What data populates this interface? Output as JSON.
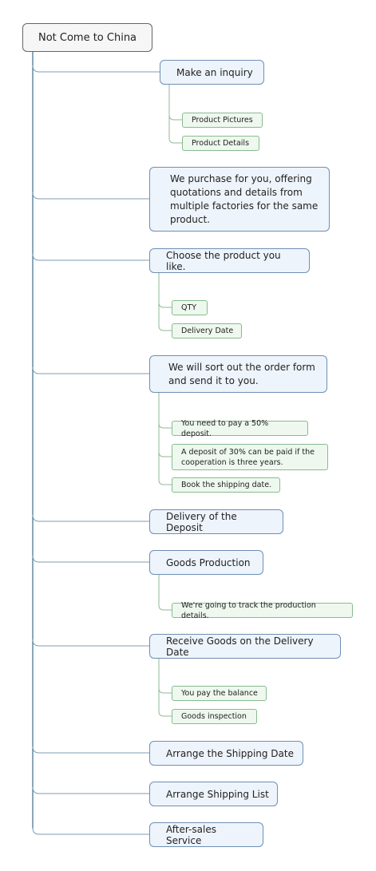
{
  "root": {
    "label": "Not Come to China"
  },
  "nodes": [
    {
      "label": "Make an inquiry",
      "children": [
        "Product Pictures",
        "Product Details"
      ]
    },
    {
      "label": "We purchase for you, offering quotations and details from multiple factories for the same product.",
      "children": []
    },
    {
      "label": "Choose the product you like.",
      "children": [
        "QTY",
        "Delivery Date"
      ]
    },
    {
      "label": "We will sort out the order form and send it to you.",
      "children": [
        "You need to pay a 50% deposit.",
        "A deposit of 30% can be paid if the cooperation is three years.",
        "Book the shipping date."
      ]
    },
    {
      "label": "Delivery of the Deposit",
      "children": []
    },
    {
      "label": "Goods Production",
      "children": [
        "We're going to track the production details."
      ]
    },
    {
      "label": "Receive Goods on the Delivery Date",
      "children": [
        "You pay the balance",
        "Goods inspection"
      ]
    },
    {
      "label": "Arrange the Shipping Date",
      "children": []
    },
    {
      "label": "Arrange Shipping List",
      "children": []
    },
    {
      "label": "After-sales Service",
      "children": []
    }
  ],
  "colors": {
    "trunk": "#3e6f8a",
    "branch": "#7d9db5",
    "subline": "#8fba94"
  }
}
